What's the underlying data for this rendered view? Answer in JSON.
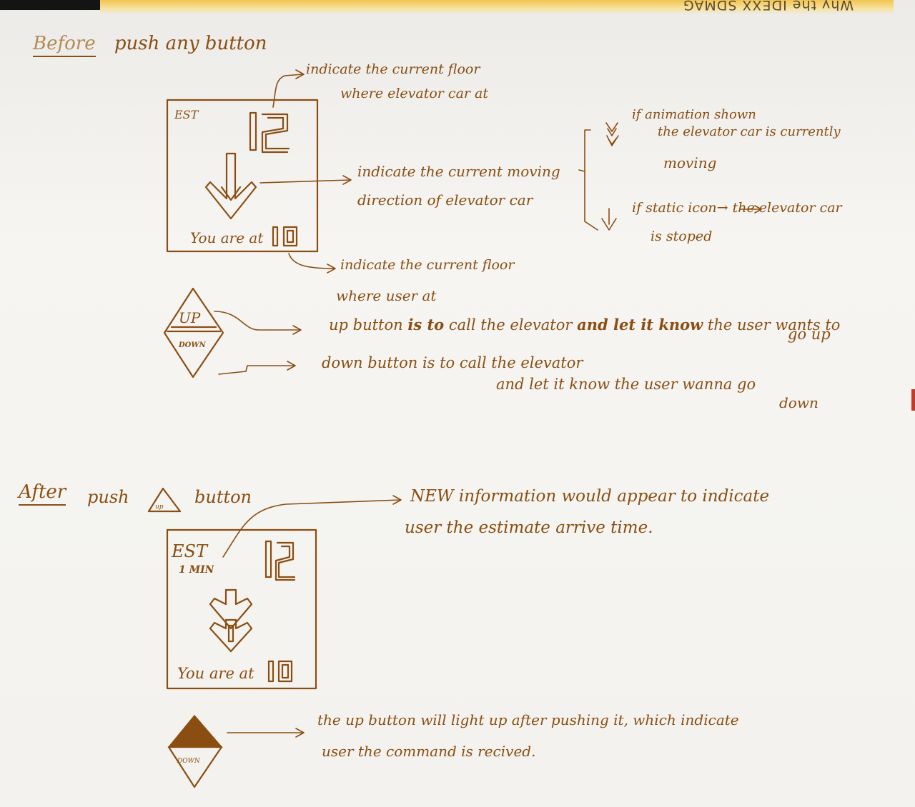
{
  "header": {
    "top_text": "Why the IDEXX SDMAG",
    "before_title_struck": "Before",
    "before_title_rest": "push any button",
    "after_title": "After",
    "after_push": "push",
    "after_button": "button",
    "after_button_icon_label": "up"
  },
  "panel_before": {
    "est_label": "EST",
    "floor_current": "12",
    "you_are_at_label": "You are at",
    "user_floor": "10"
  },
  "buttons_before": {
    "up_label": "UP",
    "down_label": "DOWN"
  },
  "annotations": {
    "current_floor_line1": "indicate the current floor",
    "current_floor_line2": "where elevator car at",
    "moving_dir_line1": "indicate the current moving",
    "moving_dir_line2": "direction of elevator car",
    "animation_line1": "if animation shown",
    "animation_line2": "the elevator car is currently",
    "animation_line3": "moving",
    "static_line1": "if static icon→ the elevator car",
    "static_line2": "is stoped",
    "user_floor_line1": "indicate the current floor",
    "user_floor_line2": "where user at",
    "up_line1_a": "up button",
    "up_line1_b": "is to",
    "up_line1_c": "call the elevator",
    "up_line1_d": "and let it know",
    "up_line1_e": "the user wants to",
    "up_line2": "go up",
    "down_line1": "down button is to call the elevator",
    "down_line2": "and let it know the user wanna go",
    "down_line3": "down",
    "new_info_line1": "NEW information would appear to indicate",
    "new_info_line2": "user the estimate arrive time.",
    "lit_line1": "the up button will light up after pushing it, which indicate",
    "lit_line2": "user the command is recived."
  },
  "panel_after": {
    "est_label": "EST",
    "est_time": "1 MIN",
    "floor_current": "12",
    "you_are_at_label": "You are at",
    "user_floor": "10"
  },
  "buttons_after": {
    "down_label": "DOWN"
  }
}
